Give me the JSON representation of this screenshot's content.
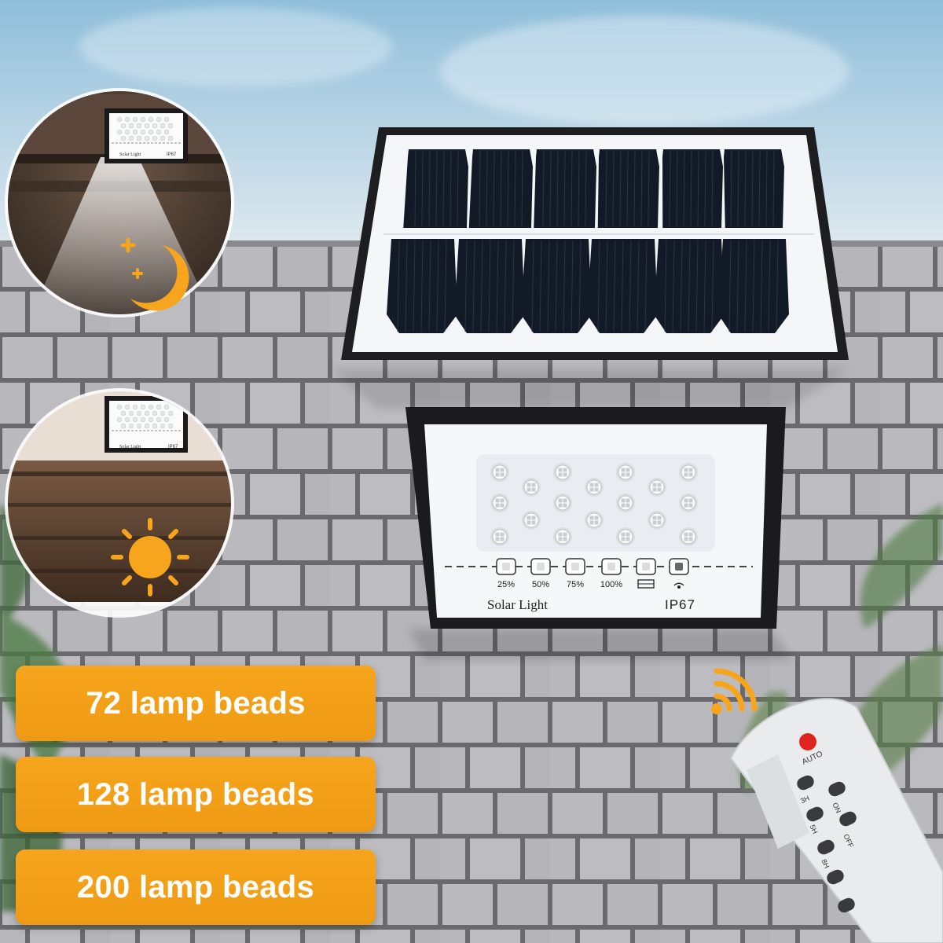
{
  "colors": {
    "sky_top": "#9cc7e0",
    "sky_bottom": "#d9e6ee",
    "wall": "#6f6f73",
    "brick": "#b9b9bd",
    "accent_orange": "#f6a51c",
    "panel_black": "#1e1e20",
    "cell_blue": "#111a28"
  },
  "scenes": {
    "night": {
      "icon": "moon-stars-icon",
      "lamp_label": "Solar Light",
      "lamp_rating": "IP67"
    },
    "day": {
      "icon": "sun-icon",
      "lamp_label": "Solar Light",
      "lamp_rating": "IP67"
    }
  },
  "lamp": {
    "brand_label": "Solar Light",
    "rating": "IP67",
    "indicators": [
      "25%",
      "50%",
      "75%",
      "100%"
    ],
    "indicator_icons": [
      "solar-charge-icon",
      "sensor-icon"
    ]
  },
  "remote": {
    "buttons": [
      "AUTO",
      "3H",
      "ON",
      "5H",
      "OFF",
      "8H"
    ],
    "signal_icon": "wireless-signal-icon"
  },
  "badges": [
    {
      "label": "72 lamp beads"
    },
    {
      "label": "128 lamp beads"
    },
    {
      "label": "200 lamp beads"
    }
  ]
}
